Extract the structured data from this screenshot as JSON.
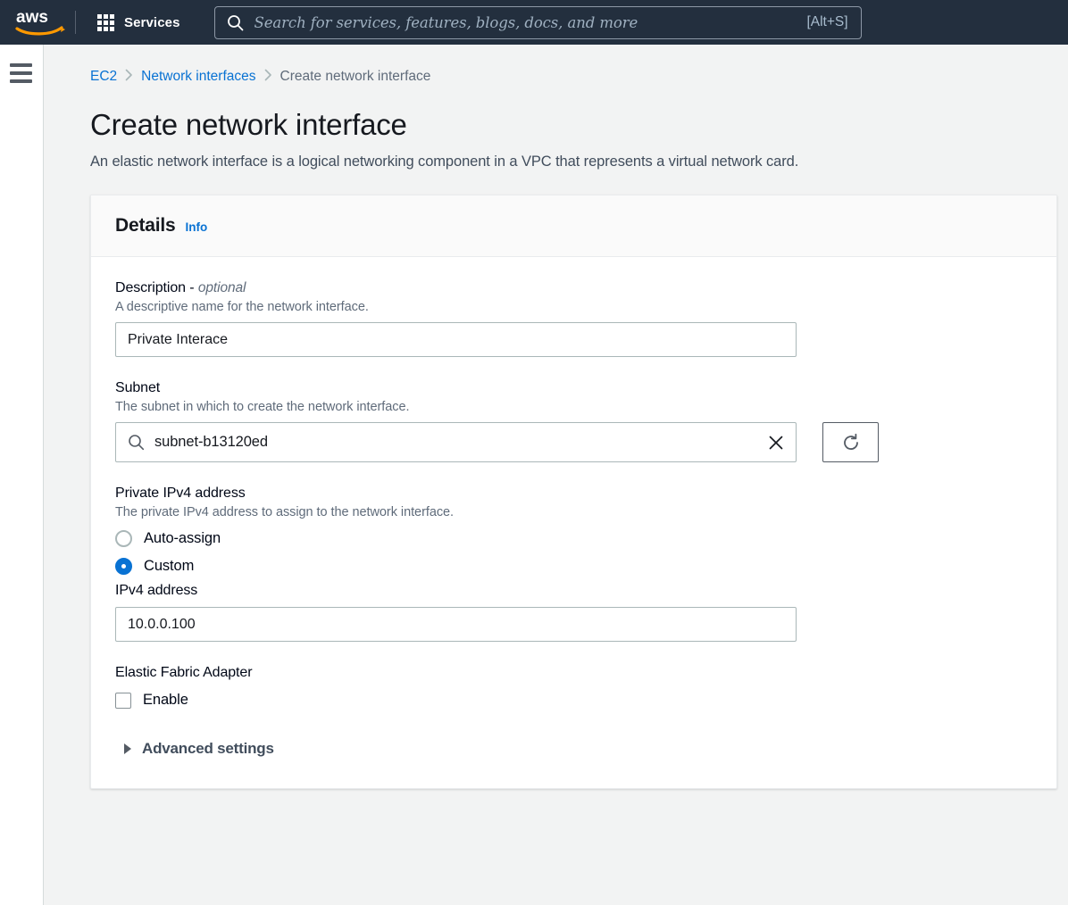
{
  "topnav": {
    "logo_alt": "aws",
    "services_label": "Services",
    "search_placeholder": "Search for services, features, blogs, docs, and more",
    "search_value": "",
    "search_shortcut": "[Alt+S]"
  },
  "sidebar": {
    "menu_label": "menu"
  },
  "breadcrumb": {
    "items": [
      {
        "label": "EC2",
        "link": true
      },
      {
        "label": "Network interfaces",
        "link": true
      },
      {
        "label": "Create network interface",
        "link": false
      }
    ],
    "separator": "›"
  },
  "page": {
    "title": "Create network interface",
    "description": "An elastic network interface is a logical networking component in a VPC that represents a virtual network card."
  },
  "details_card": {
    "header": "Details",
    "info_label": "Info",
    "description_field": {
      "label": "Description - ",
      "optional_suffix": "optional",
      "hint": "A descriptive name for the network interface.",
      "value": "Private Interace",
      "placeholder": ""
    },
    "subnet_field": {
      "label": "Subnet",
      "hint": "The subnet in which to create the network interface.",
      "value": "subnet-b13120ed",
      "clear_label": "clear",
      "refresh_label": "refresh"
    },
    "private_ipv4": {
      "label": "Private IPv4 address",
      "hint": "The private IPv4 address to assign to the network interface.",
      "options": [
        {
          "label": "Auto-assign",
          "selected": false
        },
        {
          "label": "Custom",
          "selected": true
        }
      ],
      "ipv4_label": "IPv4 address",
      "ipv4_value": "10.0.0.100"
    },
    "efa": {
      "label": "Elastic Fabric Adapter",
      "checkbox_label": "Enable",
      "checked": false
    },
    "advanced": {
      "label": "Advanced settings",
      "expanded": false
    }
  },
  "colors": {
    "nav_bg": "#232f3e",
    "page_bg": "#f2f3f3",
    "link": "#0972d3",
    "accent": "#0972d3",
    "logo_orange": "#ff9900",
    "text": "#16191f",
    "muted": "#5f6b7a"
  }
}
